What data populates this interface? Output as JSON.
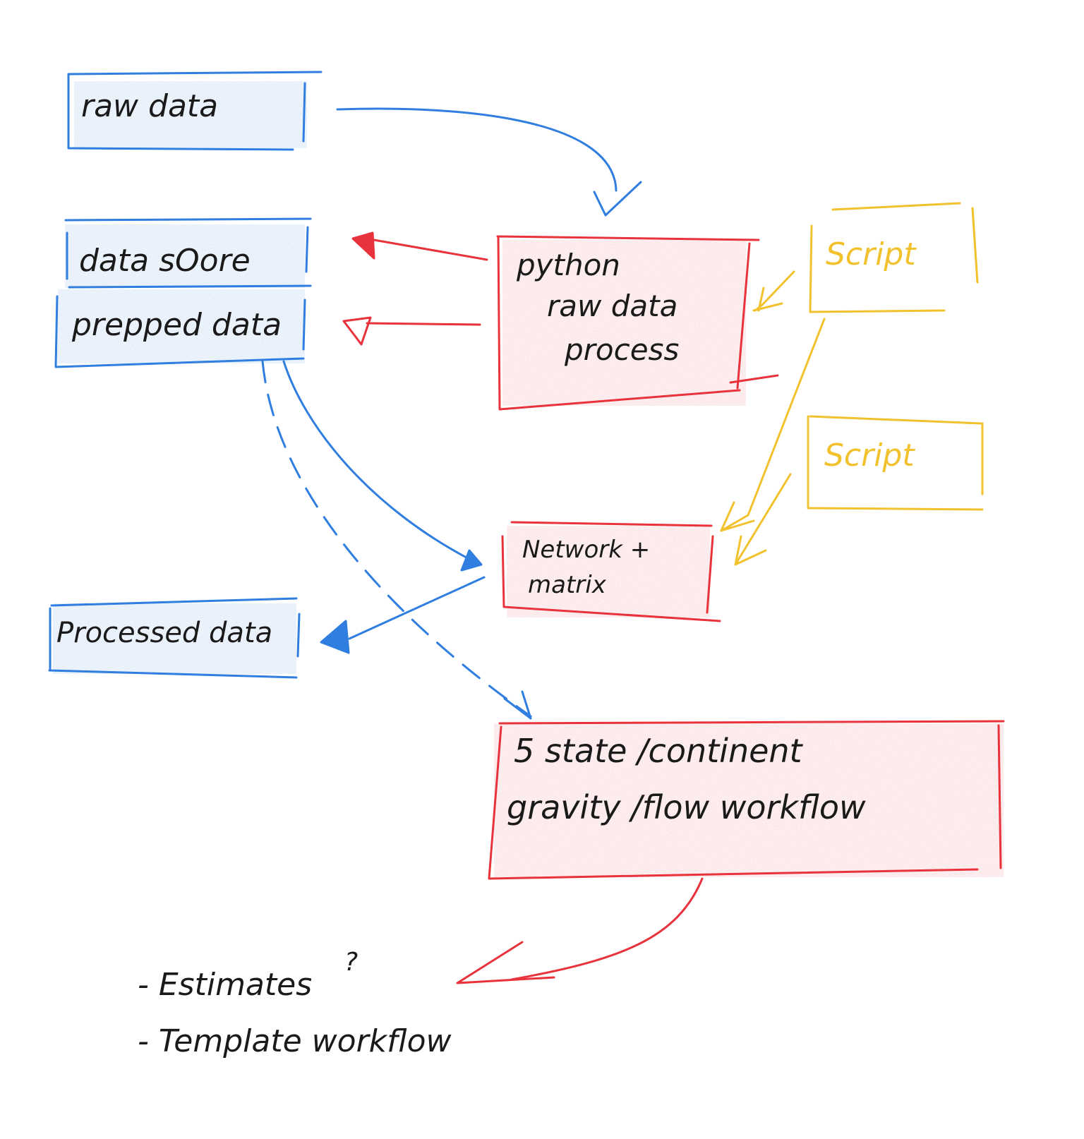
{
  "nodes": {
    "raw_data": "raw data",
    "data_score": "data sOore",
    "prepped_data": "prepped data",
    "python_process": [
      "python",
      "raw data",
      "process"
    ],
    "script_top": "Script",
    "script_bottom": "Script",
    "network_matrix": [
      "Network +",
      "matrix"
    ],
    "processed_data": "Processed data",
    "gravity_flow": [
      "5 state /continent",
      "gravity /flow workflow"
    ]
  },
  "notes": {
    "estimates": "- Estimates",
    "estimates_mark": "?",
    "template": "- Template workflow"
  },
  "colors": {
    "blue": "#2f7ee0",
    "red": "#e8323c",
    "yellow": "#f2c12e",
    "ink": "#1a1a1a"
  }
}
